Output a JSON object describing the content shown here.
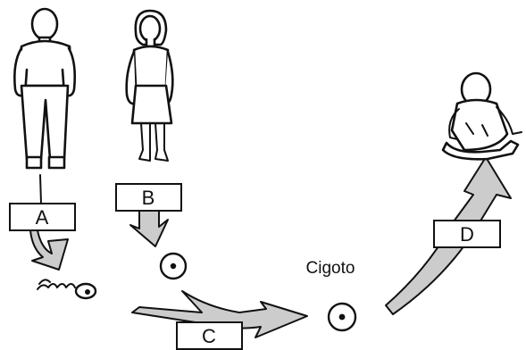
{
  "labels": {
    "a": "A",
    "b": "B",
    "c": "C",
    "d": "D",
    "zygote": "Cigoto"
  },
  "colors": {
    "arrow_fill": "#cccccc",
    "stroke": "#111111",
    "background": "#ffffff"
  },
  "icons": {
    "man": "man-figure",
    "woman": "woman-figure",
    "sperm": "sperm-cell",
    "egg": "egg-cell",
    "zygote": "zygote-cell",
    "baby": "seated-baby-figure"
  }
}
